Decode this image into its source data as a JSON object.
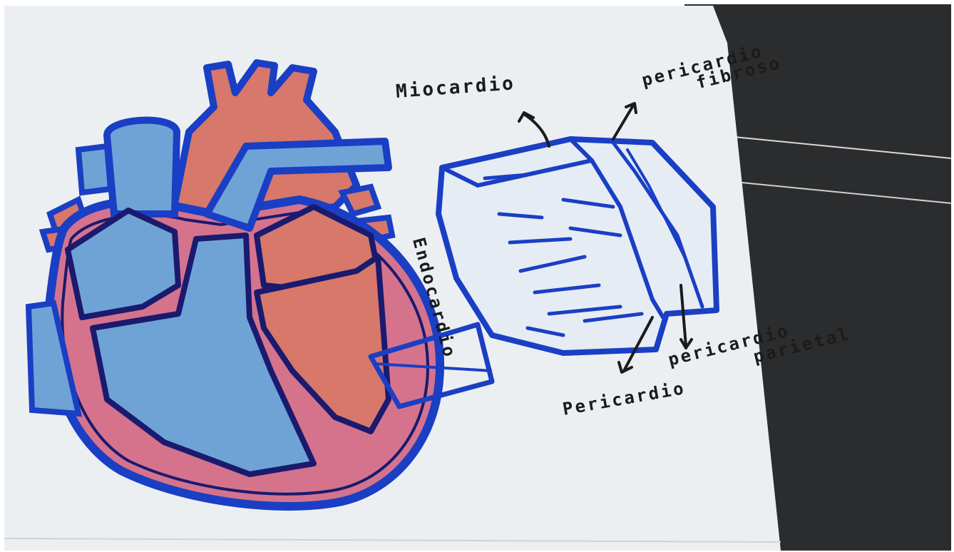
{
  "labels": {
    "miocardio": "Miocardio",
    "pericardio_fibroso_1": "pericardio",
    "pericardio_fibroso_2": "fibroso",
    "endocardio": "Endocardio",
    "pericardio_parietal_1": "pericardio",
    "pericardio_parietal_2": "parietal",
    "pericardio": "Pericardio"
  },
  "colors": {
    "paper": "#eceff2",
    "table": "#2d2e30",
    "heart_red": "#d7786b",
    "heart_blue": "#6fa3d6",
    "outline_blue": "#1a3fc4",
    "outline_dark": "#1a1a6e",
    "heart_pink": "#d5738d"
  }
}
